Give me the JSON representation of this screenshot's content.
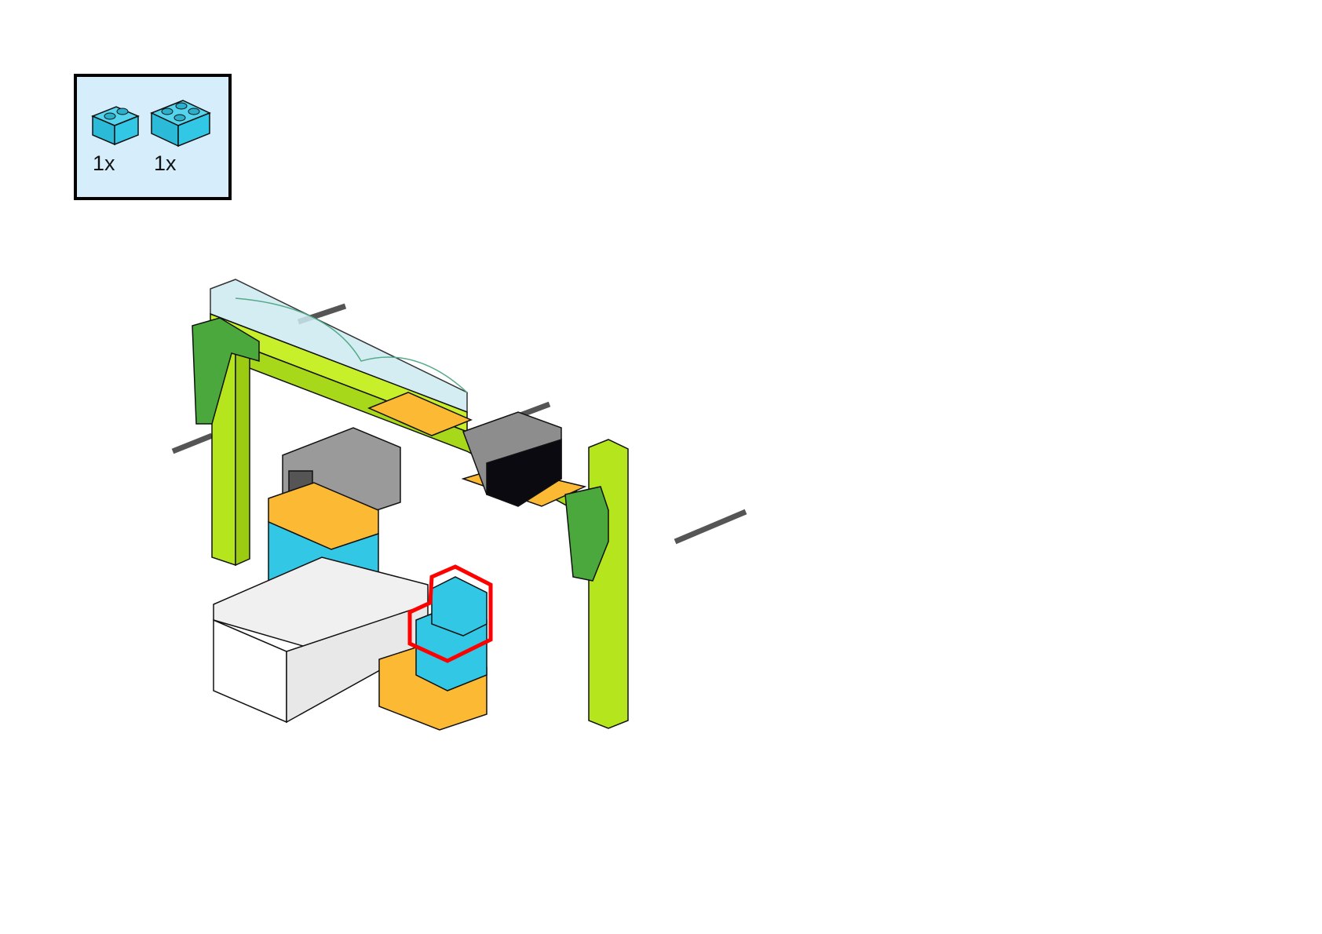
{
  "parts_list": {
    "items": [
      {
        "name": "brick-1x2",
        "color": "#33c7e6",
        "quantity": "1x"
      },
      {
        "name": "brick-2x2",
        "color": "#33c7e6",
        "quantity": "1x"
      }
    ]
  },
  "colors": {
    "lime": "#b5e61d",
    "green": "#4aa83c",
    "orange": "#fbb934",
    "azure": "#33c7e6",
    "gray": "#9a9a9a",
    "highlight": "#ff0000"
  }
}
